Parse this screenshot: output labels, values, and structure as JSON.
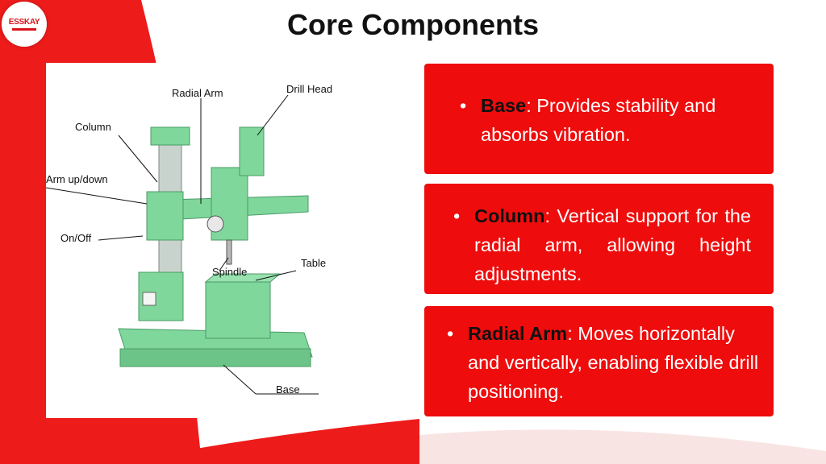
{
  "title": "Core Components",
  "logo": {
    "text": "ESSKAY"
  },
  "colors": {
    "accent": "#ee0c0c",
    "machine": "#7fd79b"
  },
  "diagram": {
    "labels": {
      "radial_arm": "Radial Arm",
      "drill_head": "Drill Head",
      "column": "Column",
      "arm_updown": "Arm up/down",
      "onoff": "On/Off",
      "spindle": "Spindle",
      "table": "Table",
      "base": "Base"
    }
  },
  "cards": [
    {
      "term": "Base",
      "desc": ": Provides stability and absorbs vibration."
    },
    {
      "term": "Column",
      "desc": ": Vertical support for the radial arm, allowing height adjustments."
    },
    {
      "term": "Radial Arm",
      "desc": ": Moves horizontally and vertically, enabling flexible drill positioning."
    }
  ]
}
